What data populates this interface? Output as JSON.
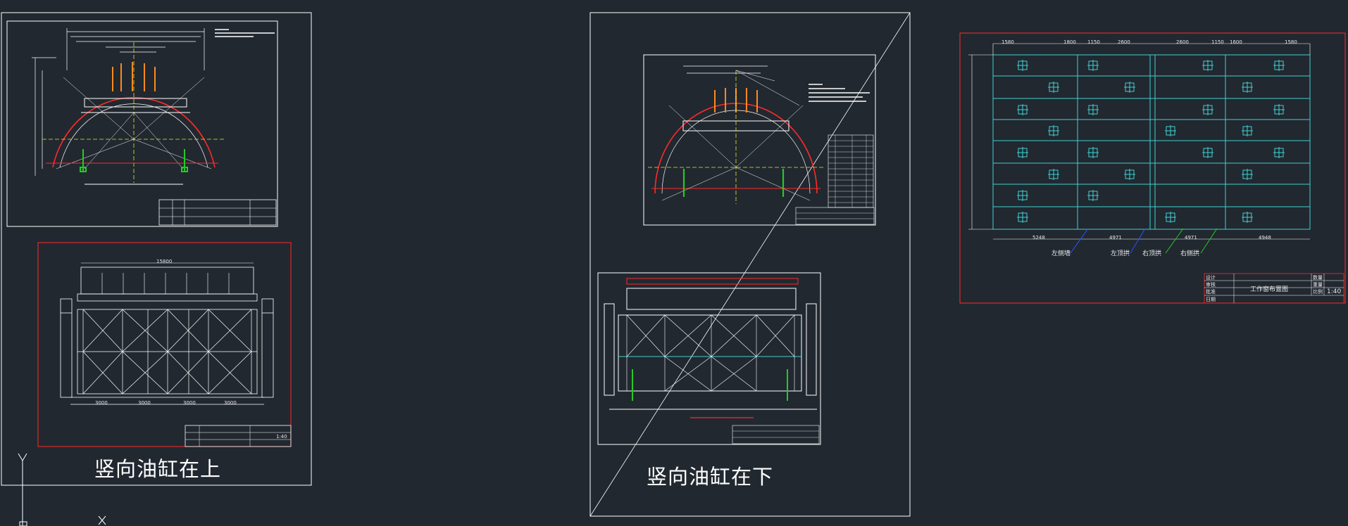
{
  "captions": {
    "top_cylinder": "竖向油缸在上",
    "bottom_cylinder": "竖向油缸在下"
  },
  "right_sheet": {
    "title": "工作窗布置图",
    "scale": "1:40",
    "bottom_labels": [
      "左侧墙",
      "左顶拱",
      "右顶拱",
      "右侧拱"
    ],
    "bottom_dims": [
      "5248",
      "4971",
      "4971",
      "4948"
    ],
    "top_dims_left": [
      "1580",
      "1800",
      "1150",
      "2600"
    ],
    "top_dims_right": [
      "2600",
      "1150",
      "1600",
      "1580"
    ],
    "title_rows": [
      "设计",
      "审核",
      "批准",
      "日期"
    ],
    "right_rows": [
      "数量",
      "重量",
      "比例"
    ]
  },
  "left_sheet": {
    "bottom_dims": [
      "3000",
      "3000",
      "3000",
      "3000"
    ],
    "top_dim": "15800",
    "scale": "1:40"
  },
  "colors": {
    "background": "#212830",
    "line": "#ffffff",
    "red": "#ff2a2a",
    "cyan": "#3fd0d0",
    "green": "#22cc22",
    "orange": "#ff8a1e",
    "yellow": "#e6e62a"
  }
}
